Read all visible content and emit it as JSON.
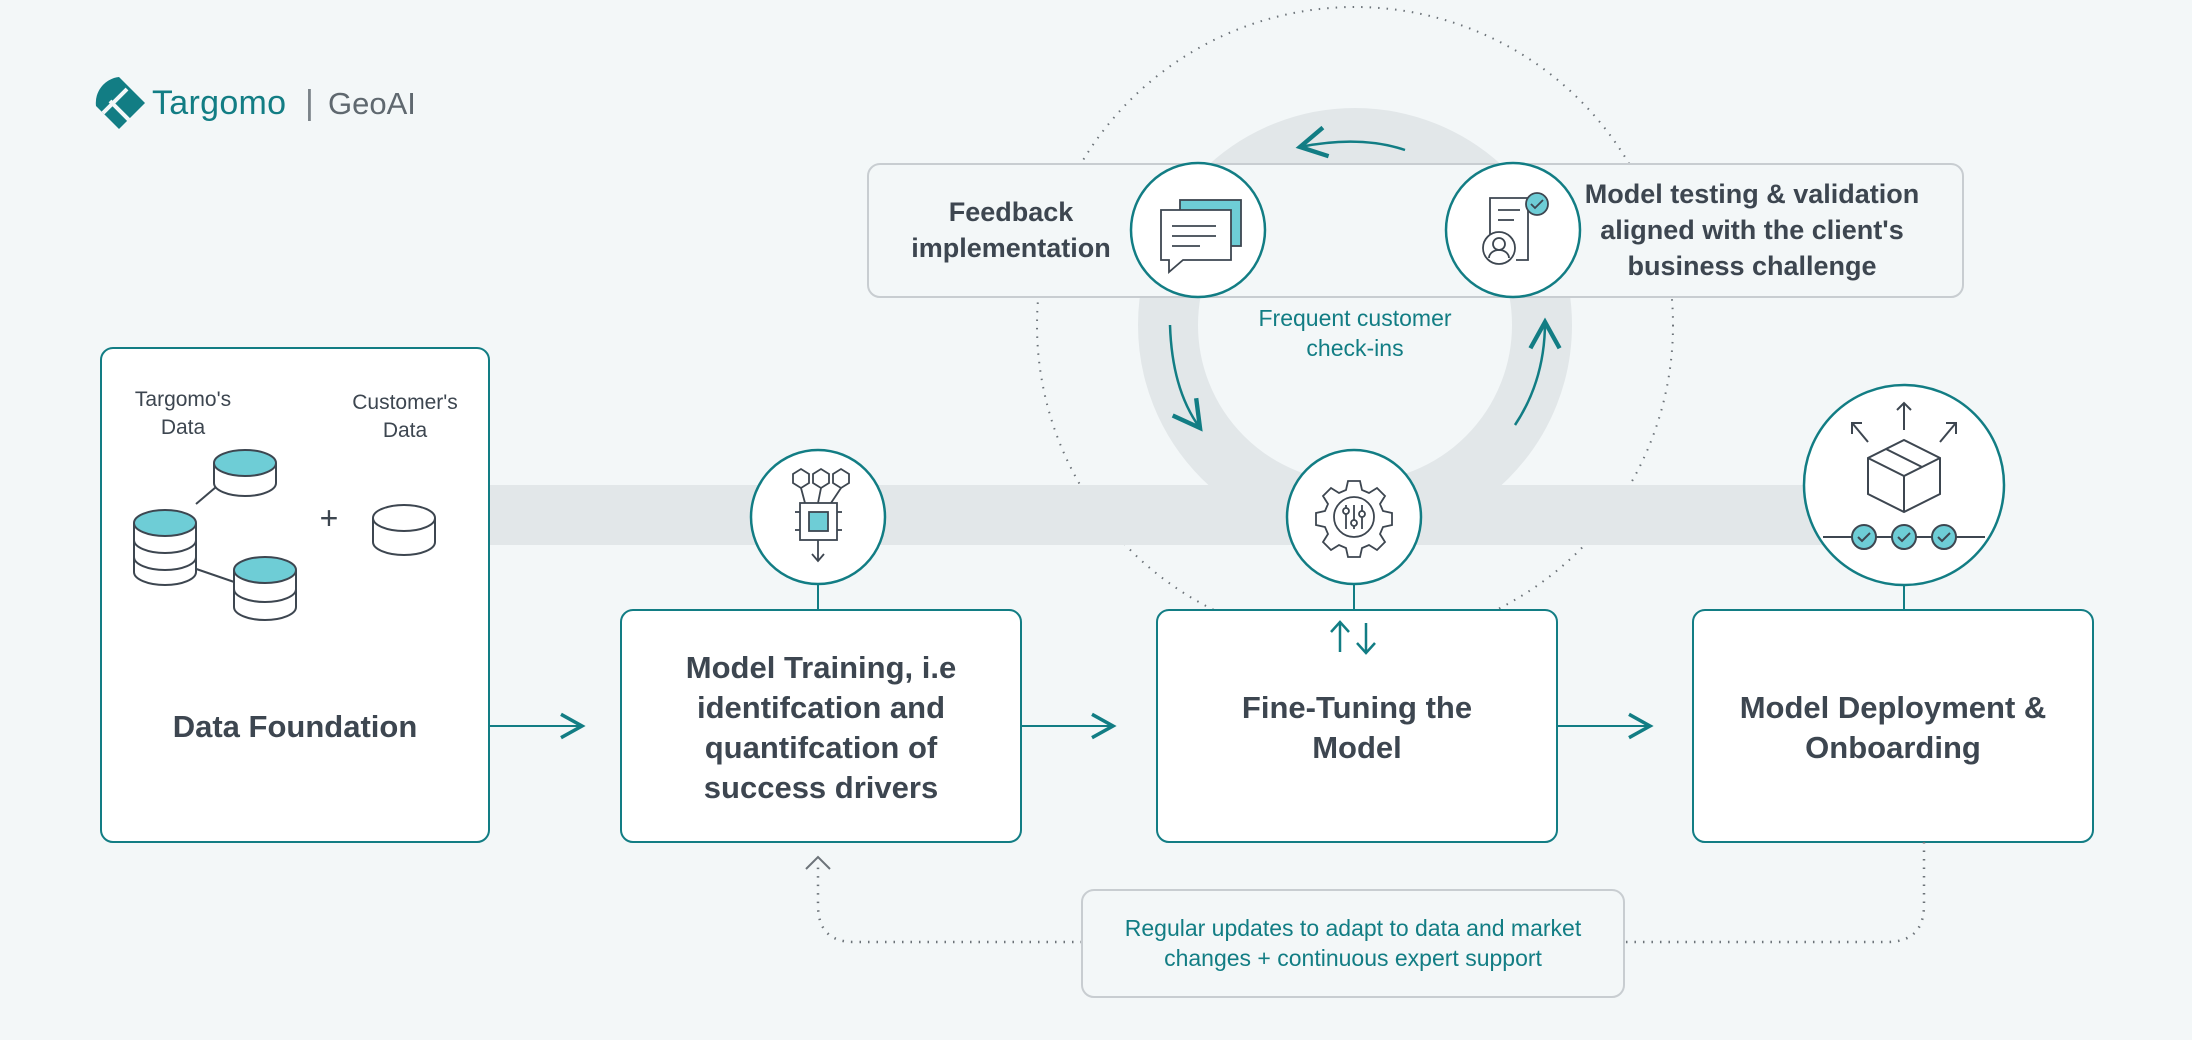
{
  "brand": {
    "name": "Targomo",
    "separator": "|",
    "product": "GeoAI"
  },
  "stages": {
    "data_foundation": {
      "title": "Data Foundation",
      "targomo_data": "Targomo's Data",
      "customer_data": "Customer's Data",
      "plus": "+"
    },
    "model_training": {
      "title": "Model Training, i.e identifcation and quantifcation of success drivers"
    },
    "fine_tuning": {
      "title": "Fine-Tuning the Model"
    },
    "deployment": {
      "title": "Model Deployment & Onboarding"
    }
  },
  "feedback_loop": {
    "feedback": "Feedback implementation",
    "testing": "Model testing & validation aligned with the client's business challenge",
    "center": "Frequent customer check-ins"
  },
  "bottom_note": "Regular updates to adapt to data and market changes + continuous expert support",
  "colors": {
    "teal": "#127d84",
    "cylinder_fill": "#6ecdd6",
    "band": "#e2e7e9",
    "background": "#f3f7f8",
    "text": "#3d4650"
  }
}
